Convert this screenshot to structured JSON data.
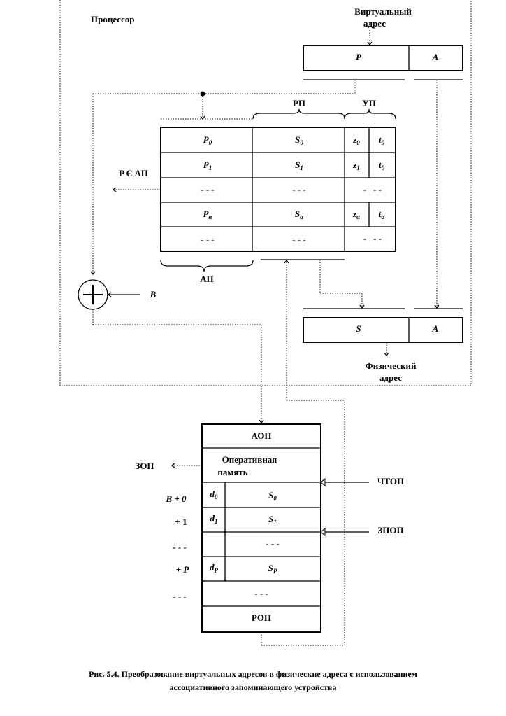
{
  "processor_label": "Процессор",
  "virtual_address": {
    "label_line1": "Виртуальный",
    "label_line2": "адрес",
    "field_p": "P",
    "field_a": "A"
  },
  "associative_table": {
    "header_rp": "РП",
    "header_up": "УП",
    "header_ap": "АП",
    "rows": [
      {
        "p": "P",
        "p_sub": "0",
        "s": "S",
        "s_sub": "0",
        "z": "z",
        "z_sub": "0",
        "t": "t",
        "t_sub": "0"
      },
      {
        "p": "P",
        "p_sub": "1",
        "s": "S",
        "s_sub": "1",
        "z": "z",
        "z_sub": "1",
        "t": "t",
        "t_sub": "0"
      },
      {
        "p": "- - -",
        "s": "- - -",
        "z": "-",
        "t": "- -"
      },
      {
        "p": "P",
        "p_sub": "α",
        "s": "S",
        "s_sub": "α",
        "z": "z",
        "z_sub": "α",
        "t": "t",
        "t_sub": "α"
      },
      {
        "p": "- - -",
        "s": "- - -",
        "z": "-",
        "t": "- -"
      }
    ],
    "side_label": "P Є АП"
  },
  "adder": {
    "symbol": "+",
    "input_label": "B"
  },
  "physical_address": {
    "field_s": "S",
    "field_a": "A",
    "label_line1": "Физический",
    "label_line2": "адрес"
  },
  "memory": {
    "header": "АОП",
    "subheader_line1": "Оперативная",
    "subheader_line2": "память",
    "rows": [
      {
        "d": "d",
        "d_sub": "0",
        "s": "S",
        "s_sub": "0",
        "left": "B + 0"
      },
      {
        "d": "d",
        "d_sub": "1",
        "s": "S",
        "s_sub": "1",
        "left": "+ 1"
      },
      {
        "d": "",
        "s": "- - -",
        "left": "- - -"
      },
      {
        "d": "d",
        "d_sub": "P",
        "s": "S",
        "s_sub": "P",
        "left": "+ P"
      },
      {
        "d": "",
        "s": "- - -",
        "left": "- - -"
      }
    ],
    "footer": "РОП",
    "left_signal": "ЗОП",
    "right_signal_read": "ЧТОП",
    "right_signal_write": "ЗПОП"
  },
  "caption_line1": "Рис. 5.4. Преобразование виртуальных адресов в физические адреса с использованием",
  "caption_line2": "ассоциативного запоминающего устройства"
}
